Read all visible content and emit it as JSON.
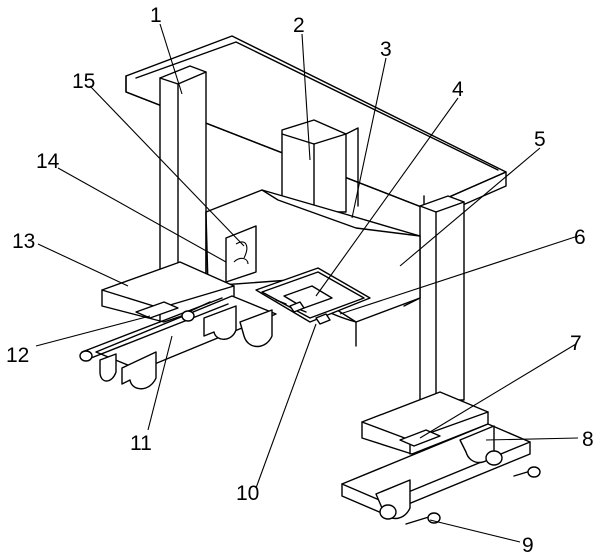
{
  "figure": {
    "labels": [
      {
        "id": "1",
        "text": "1"
      },
      {
        "id": "2",
        "text": "2"
      },
      {
        "id": "3",
        "text": "3"
      },
      {
        "id": "4",
        "text": "4"
      },
      {
        "id": "5",
        "text": "5"
      },
      {
        "id": "6",
        "text": "6"
      },
      {
        "id": "7",
        "text": "7"
      },
      {
        "id": "8",
        "text": "8"
      },
      {
        "id": "9",
        "text": "9"
      },
      {
        "id": "10",
        "text": "10"
      },
      {
        "id": "11",
        "text": "11"
      },
      {
        "id": "12",
        "text": "12"
      },
      {
        "id": "13",
        "text": "13"
      },
      {
        "id": "14",
        "text": "14"
      },
      {
        "id": "15",
        "text": "15"
      }
    ],
    "line_color": "#000000",
    "background": "#ffffff"
  }
}
